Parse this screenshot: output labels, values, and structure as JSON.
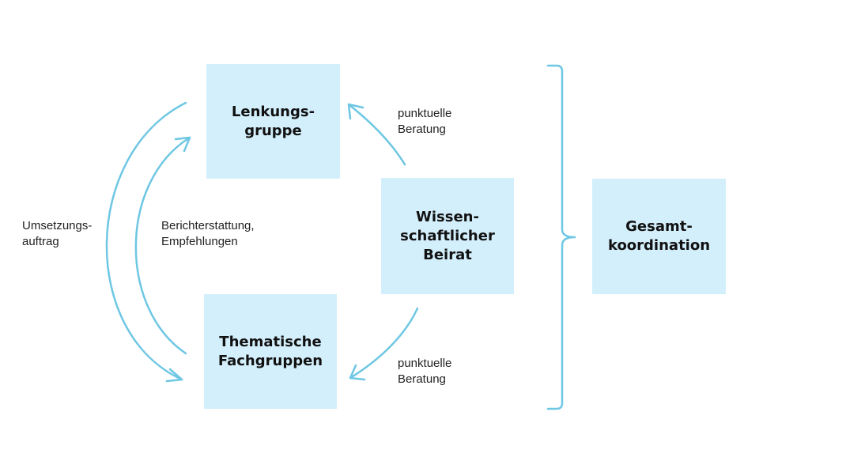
{
  "boxes": {
    "lenkungsgruppe": "Lenkungs-\ngruppe",
    "fachgruppen": "Thematische\nFachgruppen",
    "beirat": "Wissen-\nschaftlicher\nBeirat",
    "gesamtkoordination": "Gesamt-\nkoordination"
  },
  "labels": {
    "umsetzungsauftrag": "Umsetzungs-\nauftrag",
    "berichterstattung": "Berichterstattung,\nEmpfehlungen",
    "beratung_top": "punktuelle\nBeratung",
    "beratung_bottom": "punktuelle\nBeratung"
  },
  "colors": {
    "box_fill": "#d4effc",
    "connector": "#6ec7e3"
  }
}
